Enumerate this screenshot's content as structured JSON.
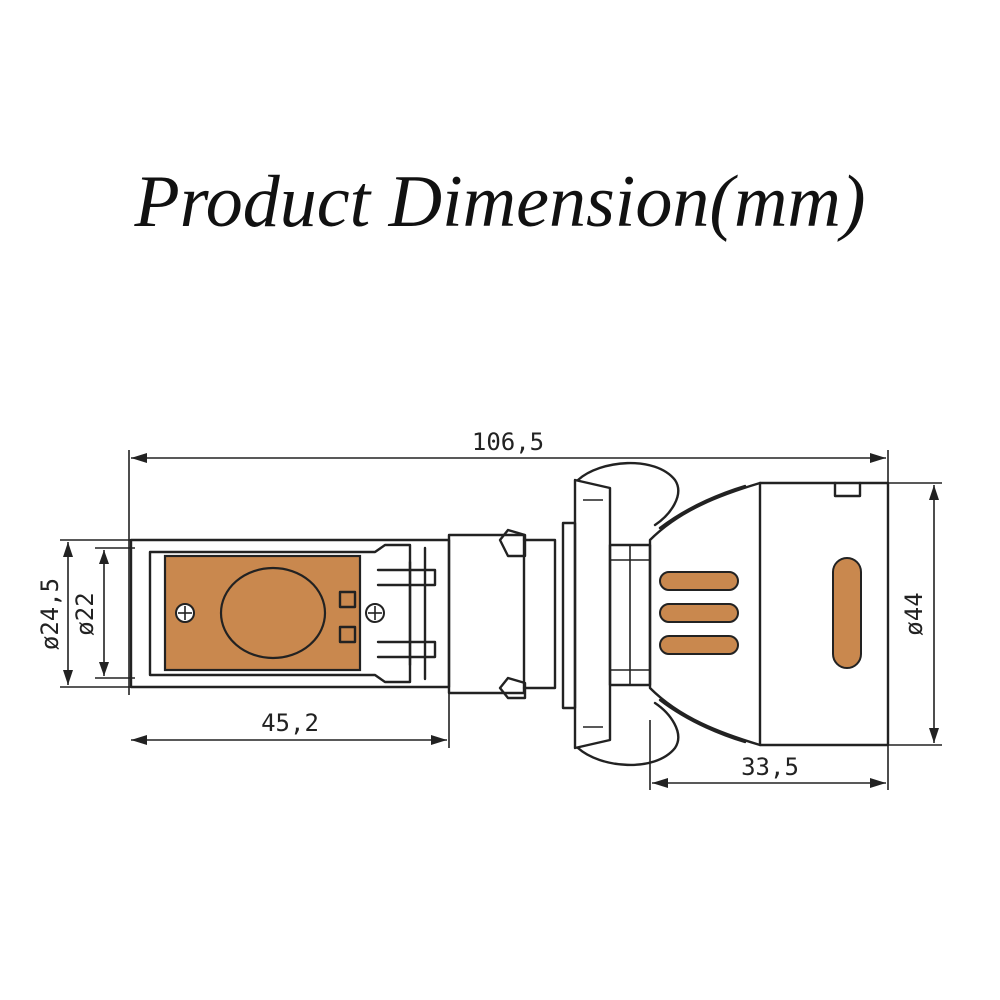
{
  "title": "Product Dimension(mm)",
  "dimensions": {
    "overall_length": "106,5",
    "head_length": "45,2",
    "base_length": "33,5",
    "outer_diameter": "ø24,5",
    "inner_diameter": "ø22",
    "base_diameter": "ø44"
  },
  "colors": {
    "line": "#222222",
    "body_fill": "#c9884e",
    "background": "#ffffff"
  }
}
